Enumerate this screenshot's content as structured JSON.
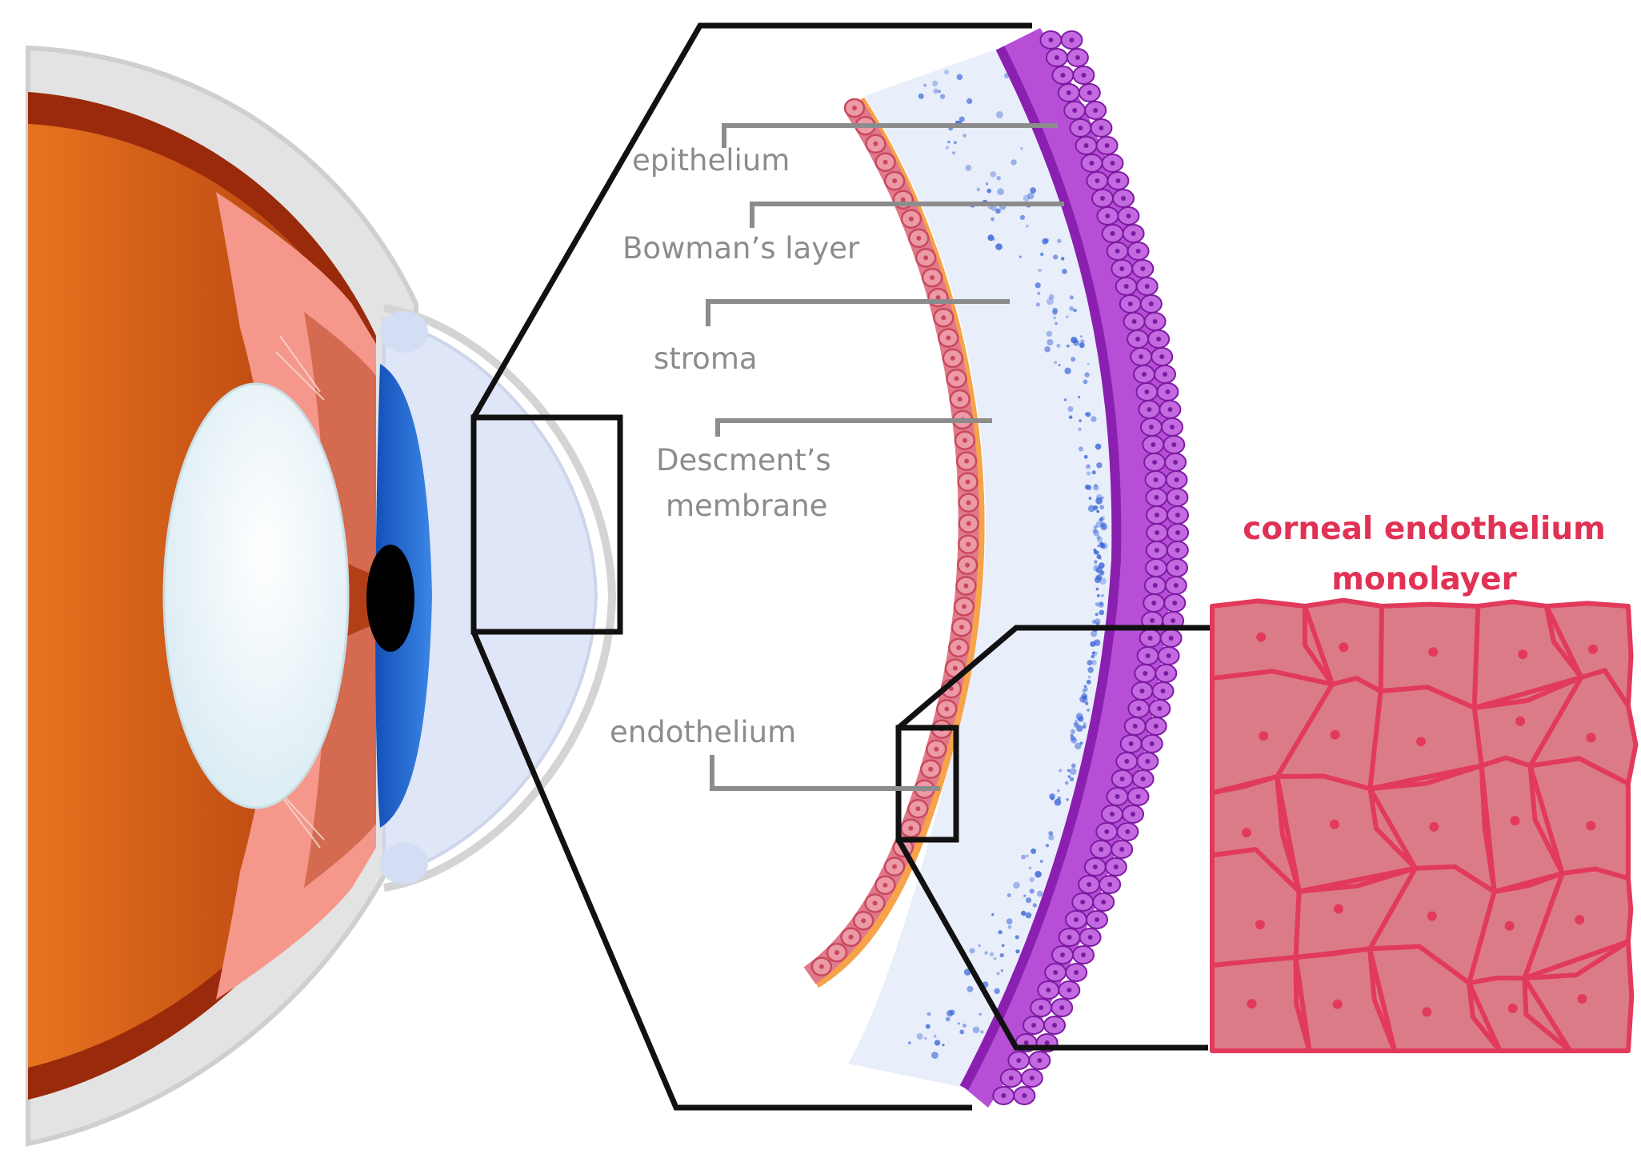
{
  "labels": {
    "epithelium": "epithelium",
    "bowman": "Bowman’s layer",
    "stroma": "stroma",
    "descemet_line1": "Descment’s",
    "descemet_line2": "membrane",
    "endothelium": "endothelium",
    "monolayer_line1": "corneal endothelium",
    "monolayer_line2": "monolayer"
  },
  "colors": {
    "outline": "#111111",
    "leader": "#8c8c8c",
    "epithelium": "#b64fd6",
    "epithelium_edge": "#8a1fb0",
    "stroma": "#e9eefb",
    "stroma_dots": "#3a66d6",
    "descemet": "#f6a349",
    "endothelium": "#e07a8a",
    "monolayer_fill": "#db7b88",
    "monolayer_lines": "#e23a5b",
    "iris": "#1f62cf",
    "lens": "#eaf4f8",
    "choroid": "#c94f14",
    "ciliary": "#f5978a",
    "sclera": "#d9d9d9",
    "cornea": "#dfe6f7"
  }
}
